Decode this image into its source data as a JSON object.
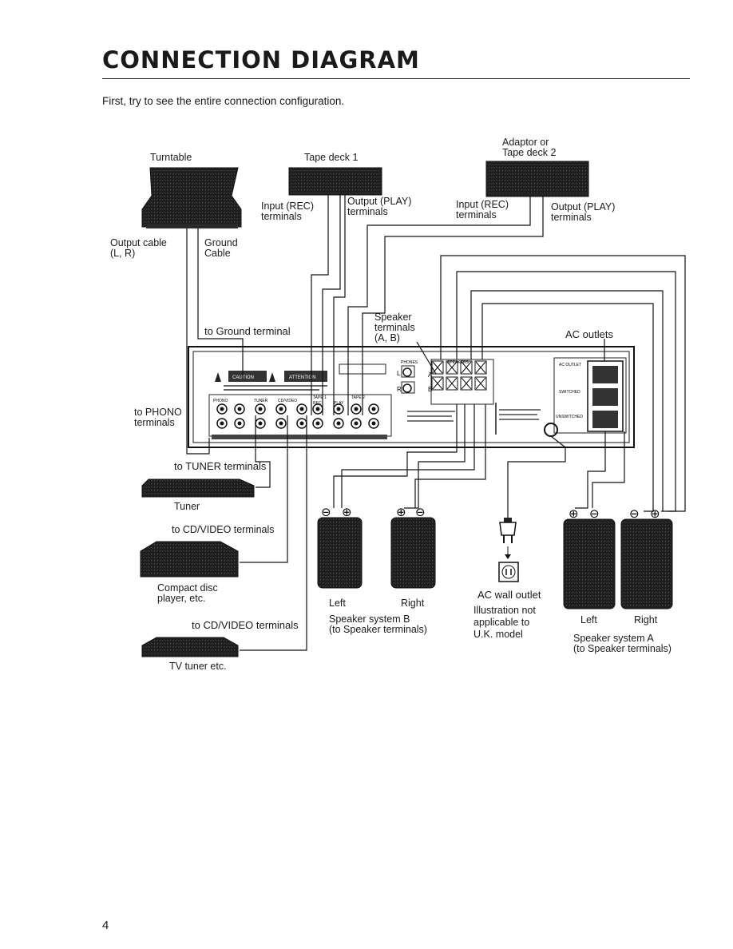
{
  "page": {
    "title": "CONNECTION DIAGRAM",
    "intro": "First, try to see the entire connection configuration.",
    "page_number": "4"
  },
  "labels": {
    "turntable": "Turntable",
    "tape_deck_1": "Tape deck 1",
    "adaptor_line1": "Adaptor or",
    "adaptor_line2": "Tape deck 2",
    "input_rec_1_line1": "Input (REC)",
    "input_rec_1_line2": "terminals",
    "output_play_1_line1": "Output (PLAY)",
    "output_play_1_line2": "terminals",
    "input_rec_2_line1": "Input (REC)",
    "input_rec_2_line2": "terminals",
    "output_play_2_line1": "Output (PLAY)",
    "output_play_2_line2": "terminals",
    "output_cable_line1": "Output cable",
    "output_cable_line2": "(L, R)",
    "ground_cable_line1": "Ground",
    "ground_cable_line2": "Cable",
    "to_ground_terminal": "to Ground terminal",
    "speaker_terminals_line1": "Speaker",
    "speaker_terminals_line2": "terminals",
    "speaker_terminals_line3": "(A, B)",
    "ac_outlets": "AC outlets",
    "to_phono_line1": "to PHONO",
    "to_phono_line2": "terminals",
    "to_tuner_terminals": "to TUNER terminals",
    "tuner": "Tuner",
    "to_cd_video_1": "to CD/VIDEO terminals",
    "compact_disc_line1": "Compact disc",
    "compact_disc_line2": "player, etc.",
    "to_cd_video_2": "to CD/VIDEO terminals",
    "tv_tuner": "TV tuner etc.",
    "left_b": "Left",
    "right_b": "Right",
    "speaker_system_b_line1": "Speaker system B",
    "speaker_system_b_line2": "(to Speaker terminals)",
    "ac_wall_outlet": "AC wall outlet",
    "illustration_line1": "Illustration not",
    "illustration_line2": "applicable to",
    "illustration_line3": "U.K. model",
    "left_a": "Left",
    "right_a": "Right",
    "speaker_system_a_line1": "Speaker system A",
    "speaker_system_a_line2": "(to Speaker terminals)"
  },
  "panel_marks": {
    "caution": "CAUTION",
    "attention": "ATTENTION",
    "phono": "PHONO",
    "tuner": "TUNER",
    "cd_video": "CD/VIDEO",
    "tape_1": "TAPE 1",
    "tape_2": "TAPE 2",
    "rec": "REC",
    "play": "PLAY",
    "phones": "PHONES",
    "speakers": "SPEAKERS",
    "a": "A",
    "b": "B",
    "l": "L",
    "r": "R",
    "ac_outlet": "AC OUTLET",
    "switched": "SWITCHED",
    "unswitched": "UNSWITCHED"
  },
  "speaker_polarity": {
    "minus": "⊖",
    "plus": "⊕"
  }
}
